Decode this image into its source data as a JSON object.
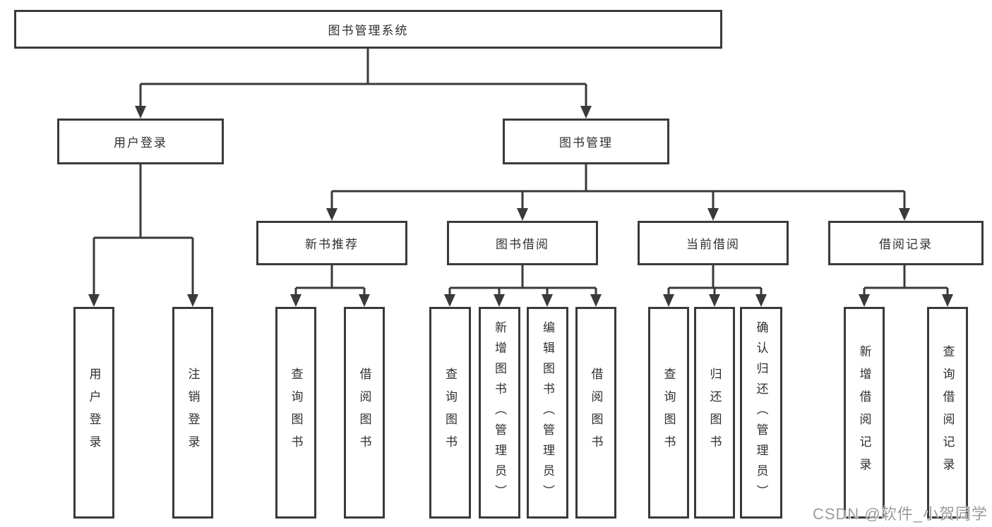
{
  "diagram": {
    "root": {
      "label": "图书管理系统"
    },
    "branches": [
      {
        "label": "用户登录"
      },
      {
        "label": "图书管理"
      }
    ],
    "modules": [
      {
        "label": "新书推荐"
      },
      {
        "label": "图书借阅"
      },
      {
        "label": "当前借阅"
      },
      {
        "label": "借阅记录"
      }
    ],
    "leaves": [
      {
        "label": "用户登录"
      },
      {
        "label": "注销登录"
      },
      {
        "label": "查询图书"
      },
      {
        "label": "借阅图书"
      },
      {
        "label": "查询图书"
      },
      {
        "label": "新增图书（管理员）"
      },
      {
        "label": "编辑图书（管理员）"
      },
      {
        "label": "借阅图书"
      },
      {
        "label": "查询图书"
      },
      {
        "label": "归还图书"
      },
      {
        "label": "确认归还（管理员）"
      },
      {
        "label": "新增借阅记录"
      },
      {
        "label": "查询借阅记录"
      }
    ]
  },
  "watermark": {
    "text": "CSDN @软件_小贺同学"
  },
  "colors": {
    "line": "#3a3a3a",
    "border": "#3a3a3a",
    "text": "#2f2f2f",
    "background": "#ffffff",
    "watermark": "#9c9c9c"
  }
}
